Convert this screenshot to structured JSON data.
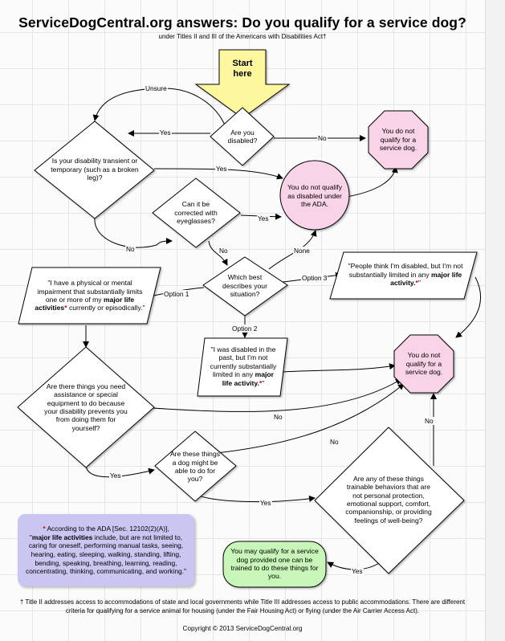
{
  "header": {
    "title": "ServiceDogCentral.org answers:  Do you qualify for a service dog?",
    "subtitle": "under Titles II and III of the Americans with Disabilities Act†"
  },
  "nodes": {
    "start": "Start here",
    "are_you_disabled": "Are you disabled?",
    "not_qualify_top": "You do not qualify for a service dog.",
    "transient": "Is your disability transient or temporary (such as a broken leg)?",
    "not_qualify_ada": "You do not qualify as disabled under the ADA.",
    "eyeglasses": "Can it be corrected with eyeglasses?",
    "which_best": "Which best describes your situation?",
    "option1_pre": "\"I have a physical or mental impairment that substantially limits one or more of my ",
    "option1_bold": "major life activities",
    "option1_star": "*",
    "option1_post": " currently or episodically.\"",
    "option3_pre": "\"People think I'm disabled, but I'm not substantially limited in any ",
    "option3_bold": "major life activity.",
    "option3_star": "*",
    "option3_post": "\"",
    "option2_pre": "\"I was disabled in the past, but I'm not currently substantially limited in any ",
    "option2_bold": "major life activity.",
    "option2_star": "*",
    "option2_post": "\"",
    "not_qualify_mid": "You do not qualify for a service dog.",
    "assistance": "Are there things you need assistance or special equipment to do because your disability prevents you from doing them for yourself?",
    "dog_able": "Are these things a dog might be able to do for you?",
    "trainable": "Are any of these things trainable behaviors that are not personal protection, emotional support, comfort, companionship, or providing feelings of well-being?",
    "qualify": "You may qualify for a service dog provided one can be trained to do these things for you."
  },
  "edges": {
    "unsure": "Unsure",
    "yes_transient": "Yes",
    "no_top": "No",
    "yes_ada": "Yes",
    "no_eyeglasses": "No",
    "yes_eyeglasses": "Yes",
    "no_which": "No",
    "none": "None",
    "option1": "Option 1",
    "option2": "Option 2",
    "option3": "Option 3",
    "no_assistance": "No",
    "yes_assistance": "Yes",
    "no_dog": "No",
    "yes_dog": "Yes",
    "no_trainable": "No",
    "yes_trainable": "Yes"
  },
  "note": {
    "star": "*",
    "line1": " According to the ADA [Sec. 12102(2)(A)],",
    "bold": "major life activities",
    "rest": " include, but are not limited to, caring for oneself, performing manual tasks, seeing, hearing, eating, sleeping, walking, standing, lifting, bending, speaking, breathing, learning, reading, concentrating, thinking, communicating, and working.\""
  },
  "footnote": "† Title II addresses access to accommodations of state and local governments while Title III addresses access to public accommodations.  There are different criteria for qualifying for a service animal for housing (under the Fair Housing Act) or flying (under the Air Carrier Access Act).",
  "copyright": "Copyright © 2013 ServiceDogCentral.org",
  "colors": {
    "start_fill": "#fdf79e",
    "stop_fill": "#f9d3e8",
    "go_fill": "#c8f5b8",
    "note_fill": "#c9c6f2",
    "star": "#e00000"
  }
}
